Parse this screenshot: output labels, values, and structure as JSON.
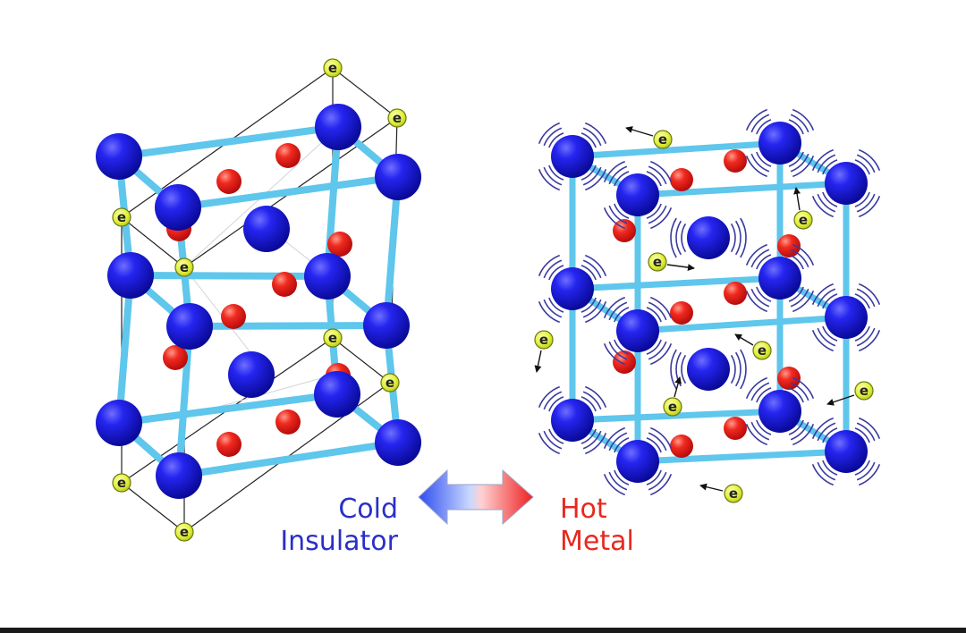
{
  "labels": {
    "cold_line1": "Cold",
    "cold_line2": "Insulator",
    "hot_line1": "Hot",
    "hot_line2": "Metal",
    "electron": "e"
  },
  "colors": {
    "metal_atom": "#1616e6",
    "oxygen_atom": "#ee1c1c",
    "bond": "#5fc6ec",
    "electron_fill": "#e7f53a",
    "cold_text": "#2a2fc8",
    "hot_text": "#e8281e",
    "vibration": "#3a3aa0"
  },
  "icons": {
    "transition_arrow": "double-headed-arrow-blue-to-red"
  }
}
